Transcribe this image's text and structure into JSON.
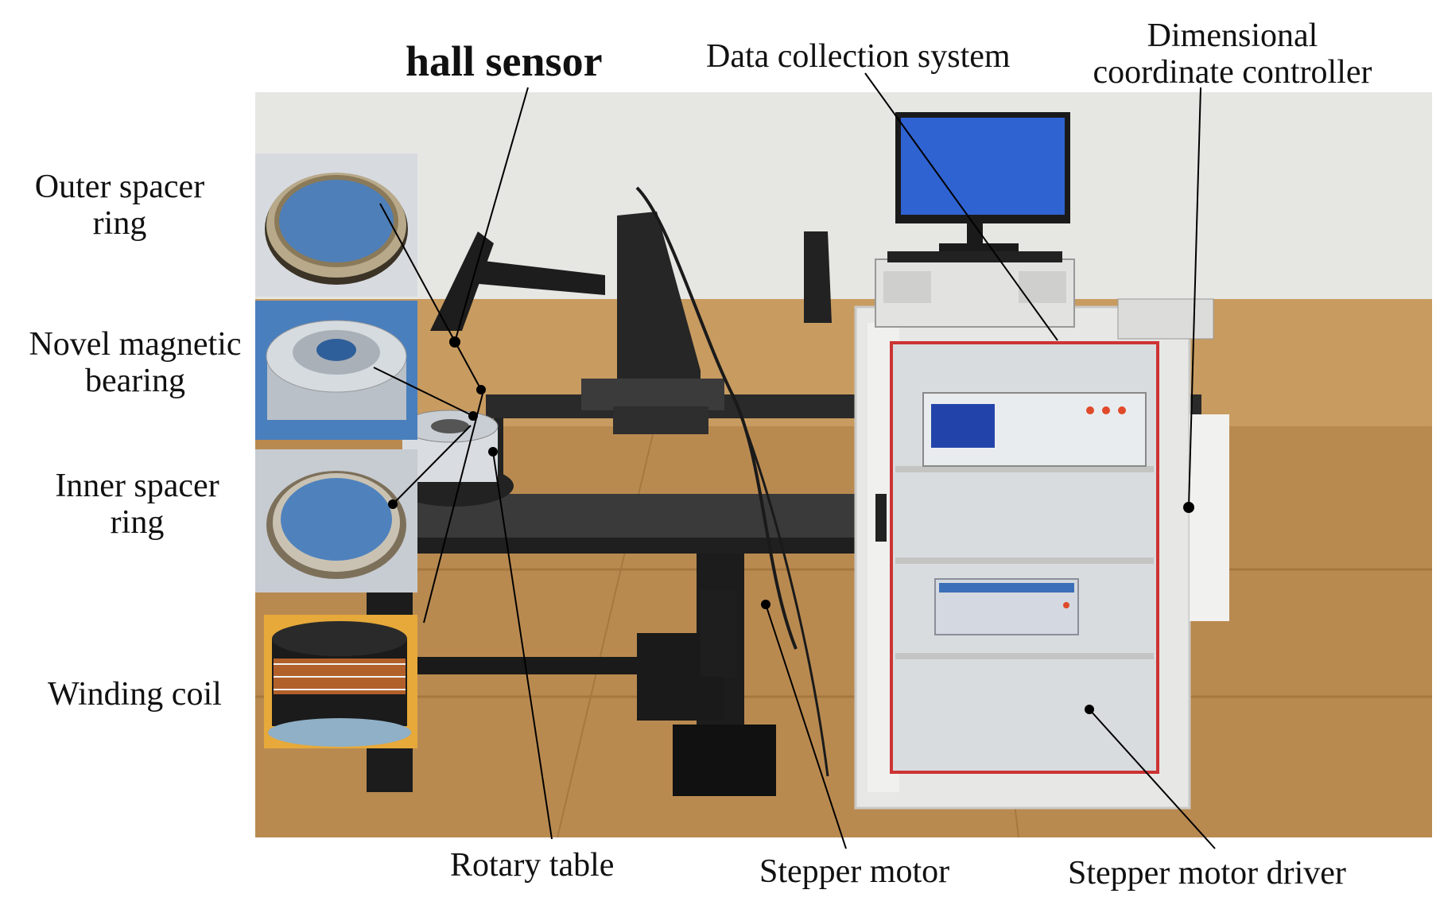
{
  "labels": {
    "hall_sensor": "hall sensor",
    "data_collection_system": "Data collection system",
    "dimensional_coordinate_controller": [
      "Dimensional",
      "coordinate controller"
    ],
    "outer_spacer_ring": [
      "Outer spacer",
      "ring"
    ],
    "novel_magnetic_bearing": [
      "Novel magnetic",
      "bearing"
    ],
    "inner_spacer_ring": [
      "Inner spacer",
      "ring"
    ],
    "winding_coil": "Winding coil",
    "rotary_table": "Rotary table",
    "stepper_motor": "Stepper motor",
    "stepper_motor_driver": "Stepper motor driver"
  },
  "colors": {
    "wall": "#e8e8e6",
    "wood_panel": "#c69a5e",
    "floor": "#b7874e",
    "table_black": "#1c1c1c",
    "cabinet": "#e7e7e5",
    "monitor_screen": "#2f63d2",
    "inset_blue": "#4a7fbd"
  }
}
